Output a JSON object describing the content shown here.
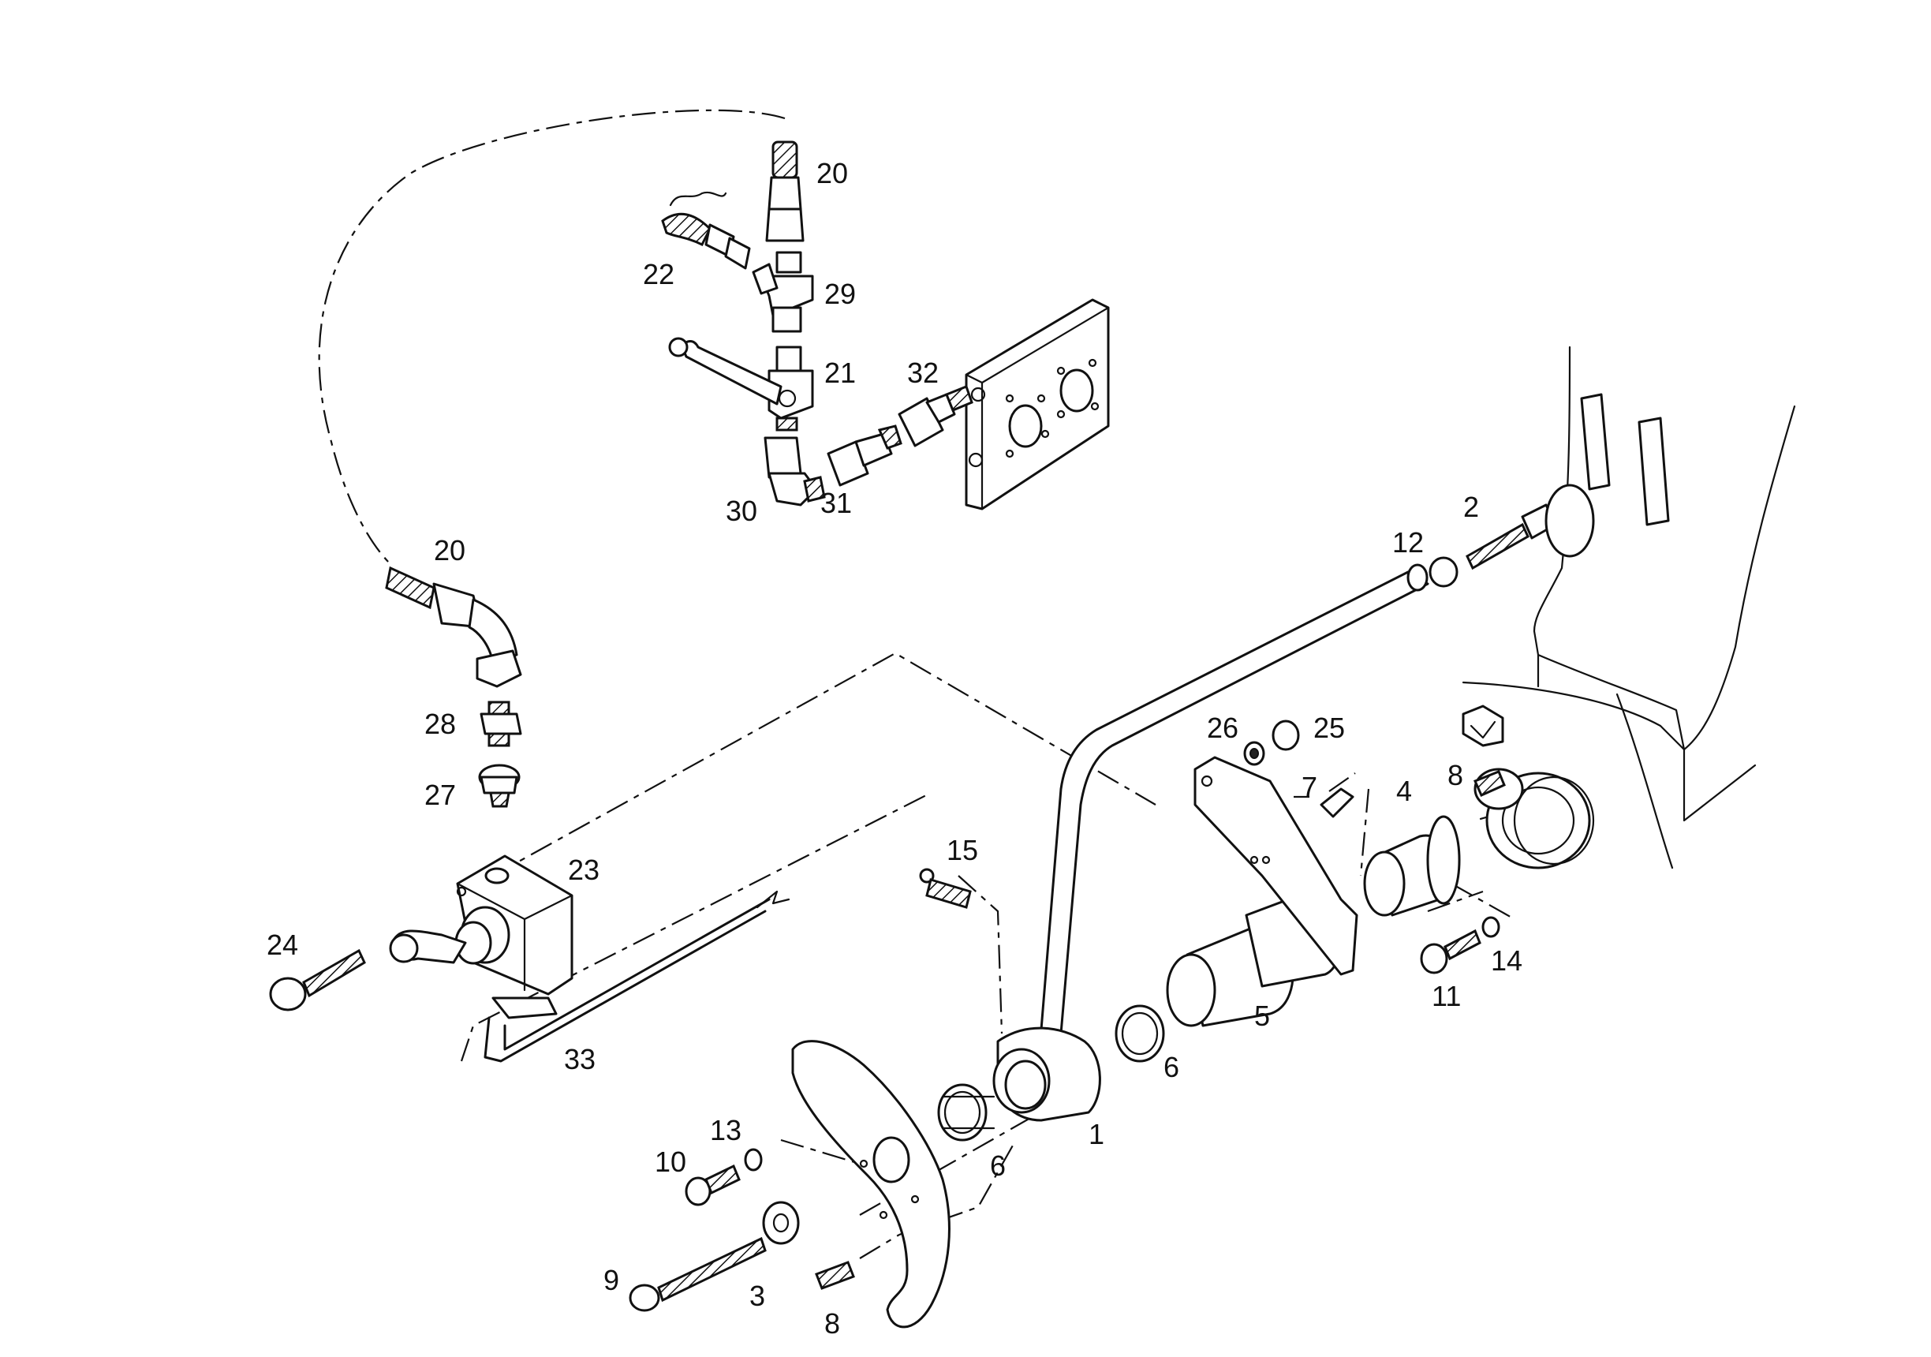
{
  "labels": [
    {
      "id": "1",
      "text": "1"
    },
    {
      "id": "2",
      "text": "2"
    },
    {
      "id": "3",
      "text": "3"
    },
    {
      "id": "4",
      "text": "4"
    },
    {
      "id": "5",
      "text": "5"
    },
    {
      "id": "6a",
      "text": "6"
    },
    {
      "id": "6b",
      "text": "6"
    },
    {
      "id": "7",
      "text": "7"
    },
    {
      "id": "8a",
      "text": "8"
    },
    {
      "id": "8b",
      "text": "8"
    },
    {
      "id": "9",
      "text": "9"
    },
    {
      "id": "10",
      "text": "10"
    },
    {
      "id": "11",
      "text": "11"
    },
    {
      "id": "12",
      "text": "12"
    },
    {
      "id": "13",
      "text": "13"
    },
    {
      "id": "14",
      "text": "14"
    },
    {
      "id": "15",
      "text": "15"
    },
    {
      "id": "20a",
      "text": "20"
    },
    {
      "id": "20b",
      "text": "20"
    },
    {
      "id": "21",
      "text": "21"
    },
    {
      "id": "22",
      "text": "22"
    },
    {
      "id": "23",
      "text": "23"
    },
    {
      "id": "24",
      "text": "24"
    },
    {
      "id": "25",
      "text": "25"
    },
    {
      "id": "26",
      "text": "26"
    },
    {
      "id": "27",
      "text": "27"
    },
    {
      "id": "28",
      "text": "28"
    },
    {
      "id": "29",
      "text": "29"
    },
    {
      "id": "30",
      "text": "30"
    },
    {
      "id": "31",
      "text": "31"
    },
    {
      "id": "32",
      "text": "32"
    },
    {
      "id": "33",
      "text": "33"
    }
  ]
}
